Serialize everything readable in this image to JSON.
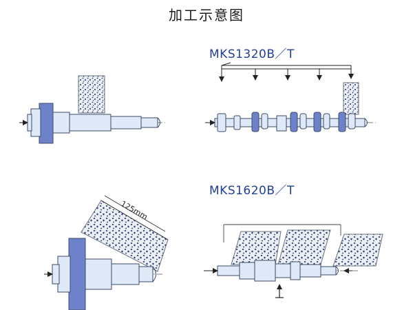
{
  "title": "加工示意图",
  "machines": {
    "top": {
      "model": "MKS1320B／T"
    },
    "bottom": {
      "model": "MKS1620B／T",
      "wheel_width_label": "125mm"
    }
  },
  "colors": {
    "part_fill": "#dfe9f7",
    "part_stroke": "#3a4a6a",
    "collet_fill": "#6e82c9",
    "wheel_fill": "#eceff3",
    "wheel_dots": "#2d3e7a",
    "label_blue": "#1f3f9a"
  }
}
